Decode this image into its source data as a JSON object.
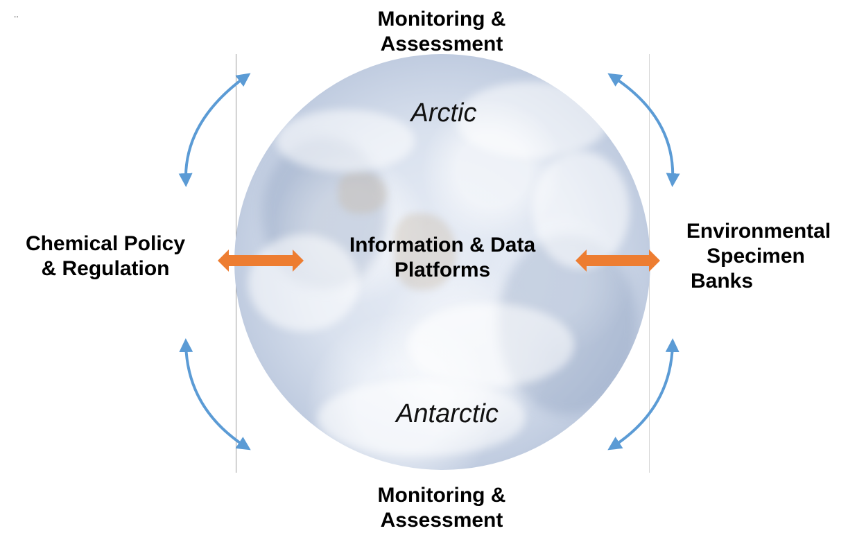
{
  "corner_mark": "..",
  "top_label": "Monitoring & Assessment",
  "top_label_lines": [
    "Monitoring &",
    "Assessment"
  ],
  "bottom_label_lines": [
    "Monitoring &",
    "Assessment"
  ],
  "left_label_lines": [
    "Chemical Policy",
    "& Regulation"
  ],
  "right_label_lines": [
    "Environmental",
    "Specimen",
    "Banks"
  ],
  "center_label_lines": [
    "Information & Data",
    "Platforms"
  ],
  "region_north": "Arctic",
  "region_south": "Antarctic",
  "colors": {
    "curved_arrow": "#5b9bd5",
    "straight_arrow": "#ed7d31",
    "text": "#000000"
  }
}
